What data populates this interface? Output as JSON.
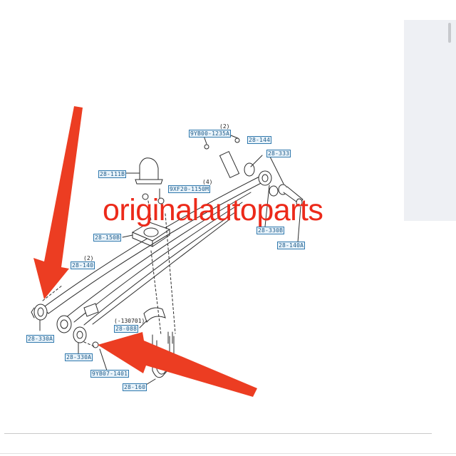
{
  "watermark": {
    "text": "originalautoparts"
  },
  "part_labels": [
    {
      "id": "a",
      "text": "9YB00-1235A",
      "qty": "(2)"
    },
    {
      "id": "b",
      "text": "28-144"
    },
    {
      "id": "c",
      "text": "28-333"
    },
    {
      "id": "d",
      "text": "28-111B"
    },
    {
      "id": "e",
      "text": "9XF20-1150M",
      "qty": "(4)"
    },
    {
      "id": "f",
      "text": "28-150B"
    },
    {
      "id": "g",
      "text": "28-330B"
    },
    {
      "id": "h",
      "text": "28-140A"
    },
    {
      "id": "i",
      "text": "28-140",
      "qty": "(2)"
    },
    {
      "id": "j",
      "text": "28-330A"
    },
    {
      "id": "k",
      "text": "28-330A"
    },
    {
      "id": "l",
      "text": "9YB07-1401"
    },
    {
      "id": "m",
      "text": "28-160"
    },
    {
      "id": "n",
      "text": "28-088"
    }
  ],
  "notes": {
    "serial": "(-130701)"
  },
  "colors": {
    "arrow": "#ec3d22",
    "label_border": "#2f78ad",
    "label_text": "#1d5b8a",
    "watermark": "#ec2a1a"
  },
  "icons": [
    "arrow-down-icon",
    "arrow-up-left-icon",
    "scrollbar-thumb"
  ]
}
